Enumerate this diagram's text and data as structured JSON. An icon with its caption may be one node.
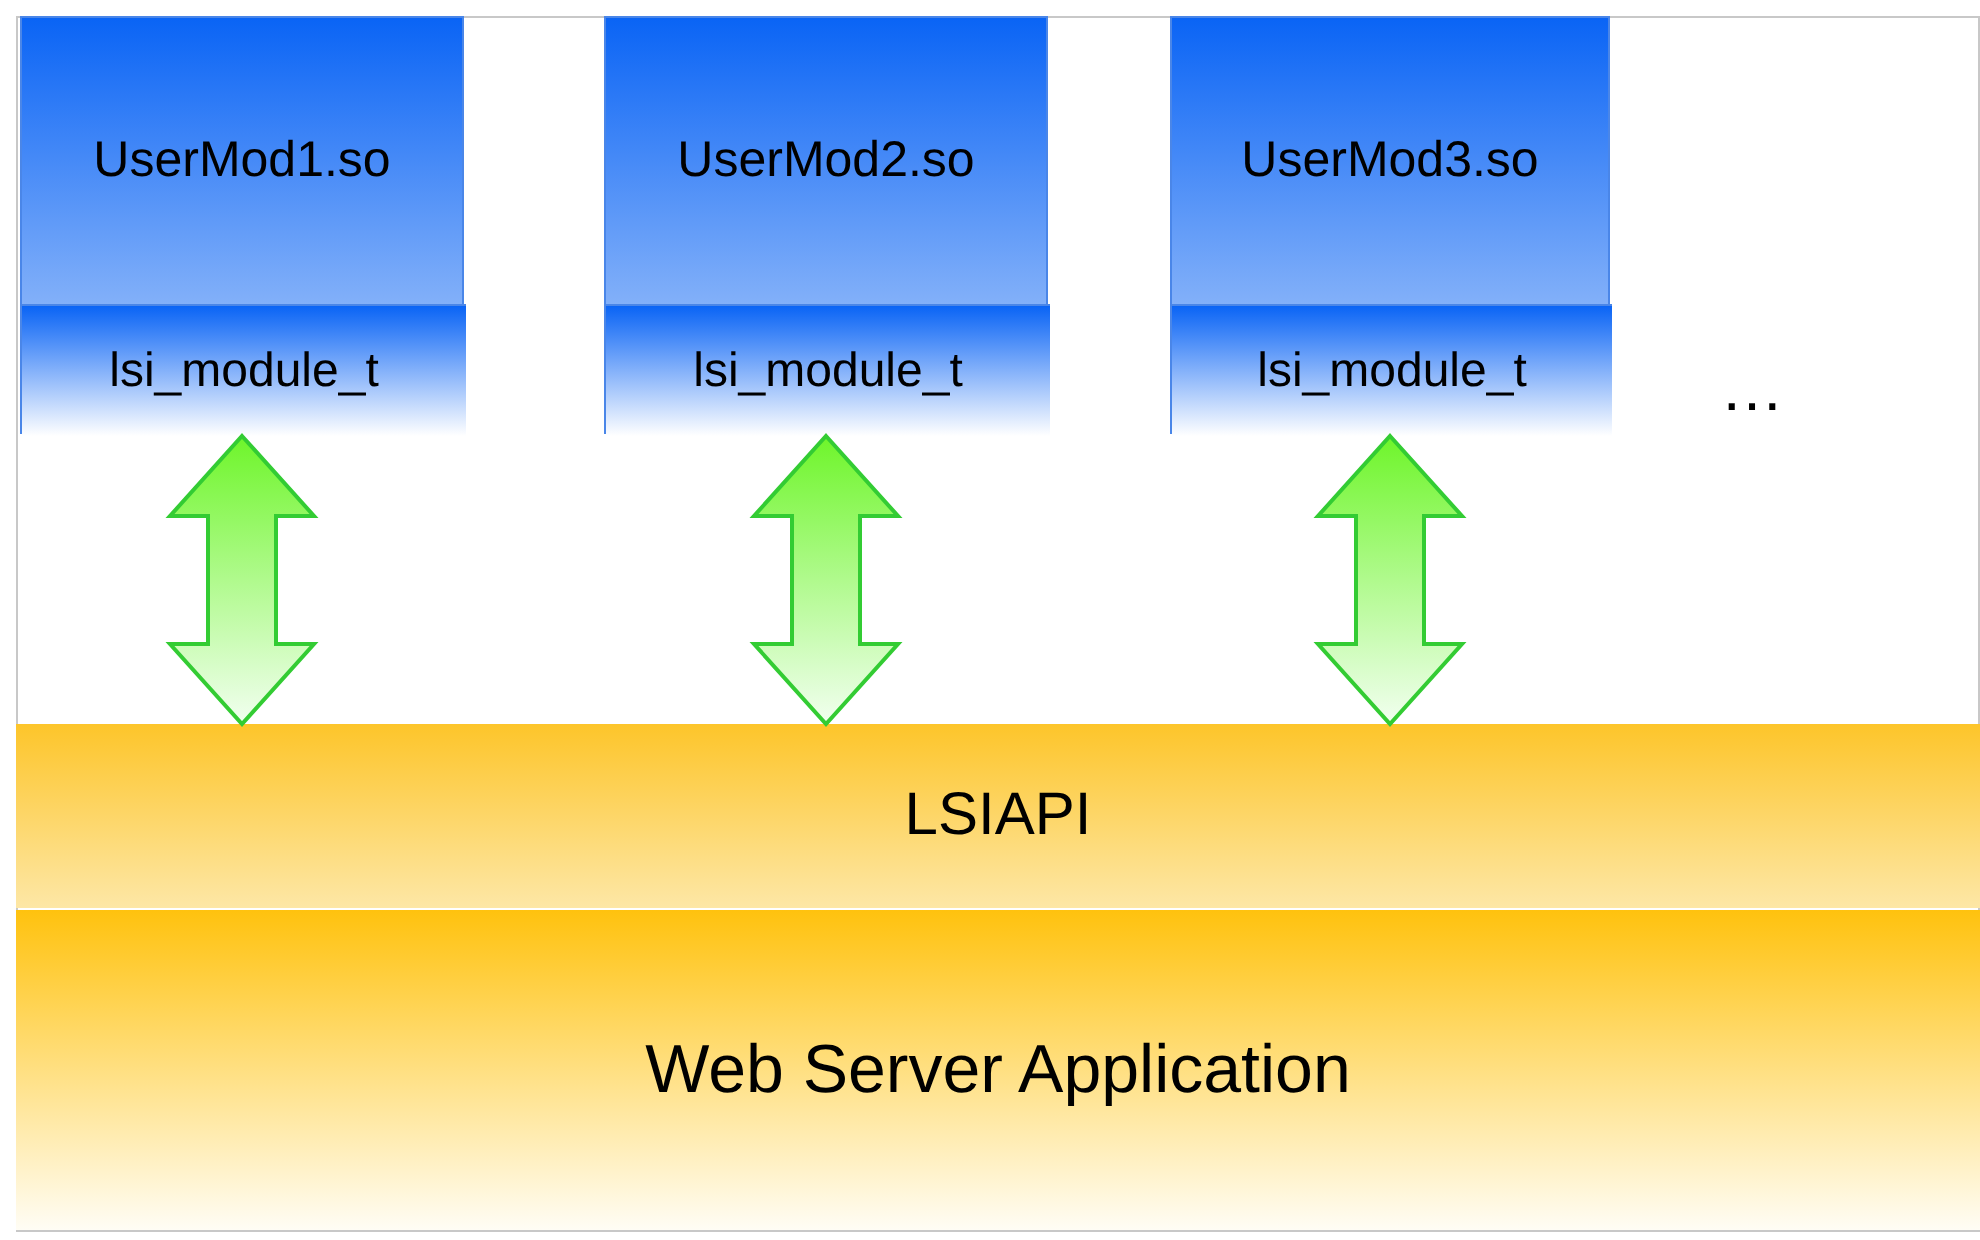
{
  "diagram": {
    "nodes": [
      {
        "text": [
          "UserMod1.so"
        ]
      },
      {
        "text": [
          "lsi_module_t"
        ],
        "in": 0
      },
      {
        "text": [
          "UserMod2.so"
        ]
      },
      {
        "text": [
          "lsi_module_t"
        ],
        "in": 2
      },
      {
        "text": [
          "UserMod3.so"
        ]
      },
      {
        "text": [
          "lsi_module_t"
        ],
        "in": 4
      },
      {
        "text": [
          "LSIAPI"
        ]
      },
      {
        "text": [
          "Web Server Application"
        ]
      }
    ],
    "edges": [
      {
        "from": 1,
        "to": 6,
        "arrow": "both",
        "style": "thick",
        "color": "#33cc33"
      },
      {
        "from": 3,
        "to": 6,
        "arrow": "both",
        "style": "thick",
        "color": "#33cc33"
      },
      {
        "from": 5,
        "to": 6,
        "arrow": "both",
        "style": "thick",
        "color": "#33cc33"
      }
    ],
    "labels": [
      "…"
    ]
  }
}
